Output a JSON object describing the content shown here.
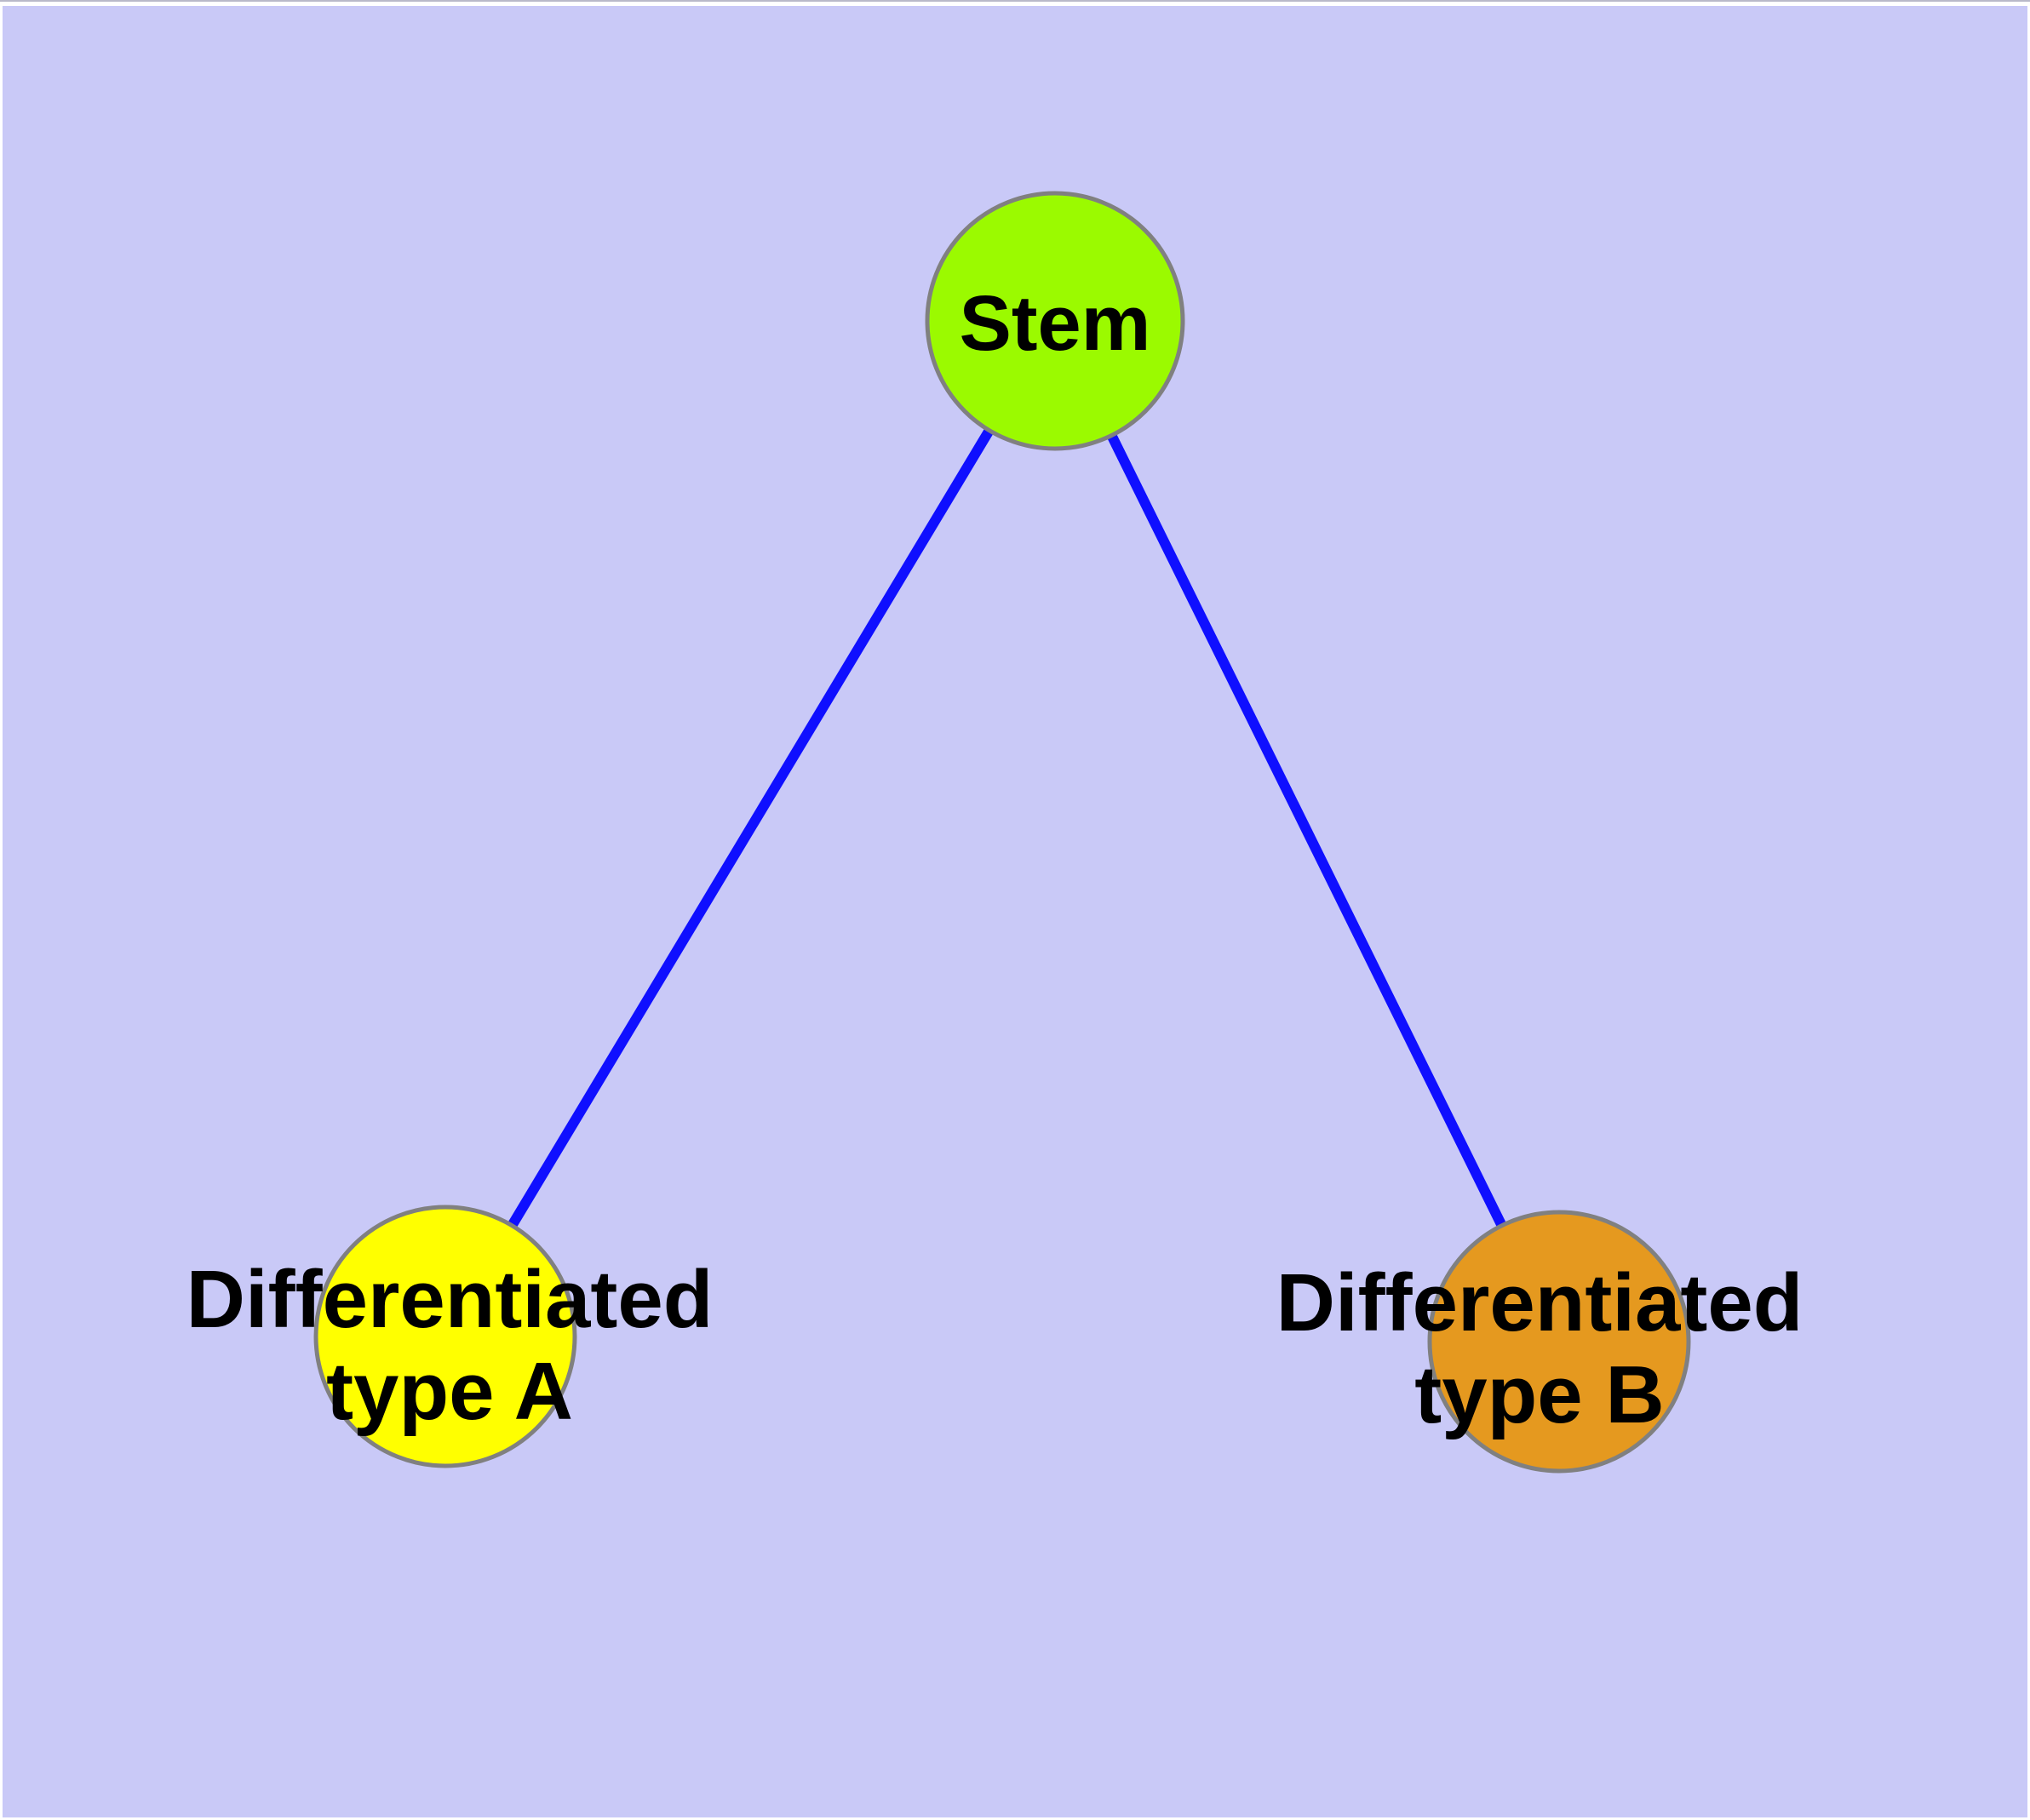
{
  "window": {
    "frame_color": "#ffffff",
    "top_hairline_color": "#b9b9c9"
  },
  "canvas": {
    "background_color": "#c9c9f7"
  },
  "graph": {
    "type": "node-link-diagram",
    "edge_color": "#0f0fff",
    "node_border_color": "#808080",
    "label_color": "#000000",
    "nodes": {
      "stem": {
        "label": "Stem",
        "color": "#9bfa00"
      },
      "typeA": {
        "label": "Differentiated type A",
        "line1": "Differentiated",
        "line2": "type A",
        "color": "#ffff00"
      },
      "typeB": {
        "label": "Differentiated type B",
        "line1": "Differentiated",
        "line2": "type B",
        "color": "#e5991f"
      }
    },
    "edges": [
      {
        "from": "Stem",
        "to": "Differentiated type A"
      },
      {
        "from": "Stem",
        "to": "Differentiated type B"
      }
    ]
  }
}
